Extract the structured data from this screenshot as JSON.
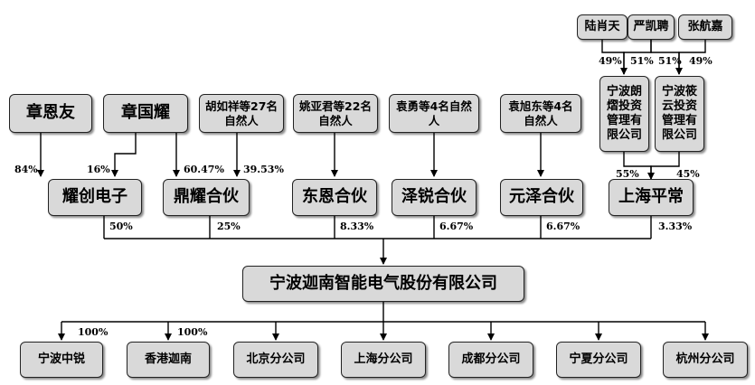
{
  "nodes": {
    "lu_xiaotian": "陆肖天",
    "yan_kaipin": "严凯聘",
    "zhang_hangjia": "张航嘉",
    "zhang_enyou": "章恩友",
    "zhang_guoyao": "章国耀",
    "hu_ruxiang_group": "胡如祥等27名自然人",
    "yao_yajun_group": "姚亚君等22名自然人",
    "yuan_yong_group": "袁勇等4名自然人",
    "yuan_xudong_group": "袁旭东等4名自然人",
    "ningbo_langxi": "宁波朗熠投资管理有限公司",
    "ningbo_xiaoyun": "宁波筱云投资管理有限公司",
    "yaochuang": "耀创电子",
    "dingyao": "鼎耀合伙",
    "dongen": "东恩合伙",
    "zerui": "泽锐合伙",
    "yuanze": "元泽合伙",
    "shanghai_pingchang": "上海平常",
    "main_company": "宁波迦南智能电气股份有限公司",
    "ningbo_zhongrui": "宁波中锐",
    "hk_jianan": "香港迦南",
    "beijing_branch": "北京分公司",
    "shanghai_branch": "上海分公司",
    "chengdu_branch": "成都分公司",
    "ningxia_branch": "宁夏分公司",
    "hangzhou_branch": "杭州分公司"
  },
  "edges": [
    {
      "id": "e-lu-langxi",
      "from": "lu_xiaotian",
      "to": "ningbo_langxi",
      "label": "49%"
    },
    {
      "id": "e-yan-langxi",
      "from": "yan_kaipin",
      "to": "ningbo_langxi",
      "label": "51%"
    },
    {
      "id": "e-yan-xiaoyun",
      "from": "yan_kaipin",
      "to": "ningbo_xiaoyun",
      "label": "51%"
    },
    {
      "id": "e-zhanghj-xiaoyun",
      "from": "zhang_hangjia",
      "to": "ningbo_xiaoyun",
      "label": "49%"
    },
    {
      "id": "e-enyou-yaochuang",
      "from": "zhang_enyou",
      "to": "yaochuang",
      "label": "84%"
    },
    {
      "id": "e-guoyao-yaochuang",
      "from": "zhang_guoyao",
      "to": "yaochuang",
      "label": "16%"
    },
    {
      "id": "e-guoyao-dingyao",
      "from": "zhang_guoyao",
      "to": "dingyao",
      "label": "60.47%"
    },
    {
      "id": "e-hu-dingyao",
      "from": "hu_ruxiang_group",
      "to": "dingyao",
      "label": "39.53%"
    },
    {
      "id": "e-yao-dongen",
      "from": "yao_yajun_group",
      "to": "dongen",
      "label": ""
    },
    {
      "id": "e-yuanyong-zerui",
      "from": "yuan_yong_group",
      "to": "zerui",
      "label": ""
    },
    {
      "id": "e-yuanxd-yuanze",
      "from": "yuan_xudong_group",
      "to": "yuanze",
      "label": ""
    },
    {
      "id": "e-langxi-shpc",
      "from": "ningbo_langxi",
      "to": "shanghai_pingchang",
      "label": "55%"
    },
    {
      "id": "e-xiaoyun-shpc",
      "from": "ningbo_xiaoyun",
      "to": "shanghai_pingchang",
      "label": "45%"
    },
    {
      "id": "e-yaochuang-main",
      "from": "yaochuang",
      "to": "main_company",
      "label": "50%"
    },
    {
      "id": "e-dingyao-main",
      "from": "dingyao",
      "to": "main_company",
      "label": "25%"
    },
    {
      "id": "e-dongen-main",
      "from": "dongen",
      "to": "main_company",
      "label": "8.33%"
    },
    {
      "id": "e-zerui-main",
      "from": "zerui",
      "to": "main_company",
      "label": "6.67%"
    },
    {
      "id": "e-yuanze-main",
      "from": "yuanze",
      "to": "main_company",
      "label": "6.67%"
    },
    {
      "id": "e-shpc-main",
      "from": "shanghai_pingchang",
      "to": "main_company",
      "label": "3.33%"
    },
    {
      "id": "e-main-zhongrui",
      "from": "main_company",
      "to": "ningbo_zhongrui",
      "label": "100%"
    },
    {
      "id": "e-main-hk",
      "from": "main_company",
      "to": "hk_jianan",
      "label": "100%"
    },
    {
      "id": "e-main-beijing",
      "from": "main_company",
      "to": "beijing_branch",
      "label": ""
    },
    {
      "id": "e-main-shanghai",
      "from": "main_company",
      "to": "shanghai_branch",
      "label": ""
    },
    {
      "id": "e-main-chengdu",
      "from": "main_company",
      "to": "chengdu_branch",
      "label": ""
    },
    {
      "id": "e-main-ningxia",
      "from": "main_company",
      "to": "ningxia_branch",
      "label": ""
    },
    {
      "id": "e-main-hangzhou",
      "from": "main_company",
      "to": "hangzhou_branch",
      "label": ""
    }
  ]
}
